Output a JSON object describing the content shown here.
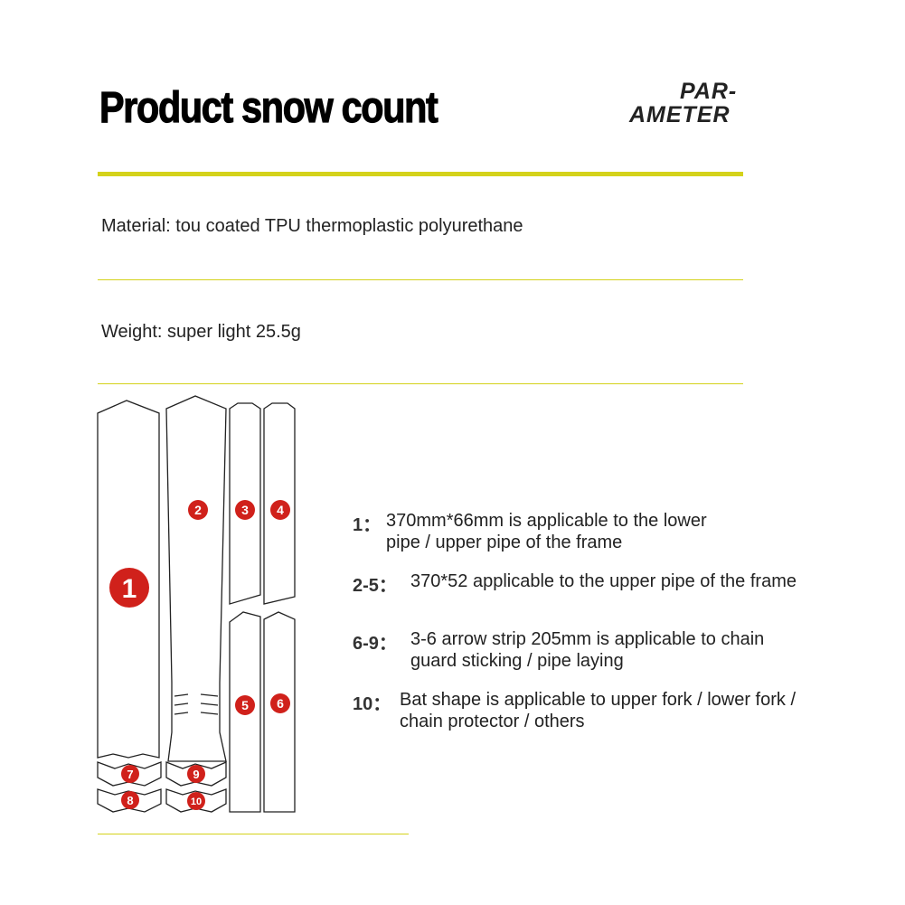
{
  "header": {
    "title": "Product snow count",
    "logo_line1": "PAR-",
    "logo_line2": "AMETER"
  },
  "specs": {
    "material": "Material: tou coated TPU thermoplastic polyurethane",
    "weight": "Weight: super light 25.5g"
  },
  "diagram": {
    "badges": [
      "1",
      "2",
      "3",
      "4",
      "5",
      "6",
      "7",
      "8",
      "9",
      "10"
    ],
    "badge_color": "#d0211b",
    "outline_color": "#222222"
  },
  "legend": [
    {
      "key": "1：",
      "line1": "370mm*66mm is applicable to the lower",
      "line2": "pipe / upper pipe of the frame"
    },
    {
      "key": "2-5：",
      "line1": "370*52 applicable to the upper pipe of the frame",
      "line2": ""
    },
    {
      "key": "6-9：",
      "line1": "3-6 arrow strip 205mm is applicable to chain",
      "line2": "guard sticking / pipe laying"
    },
    {
      "key": "10：",
      "line1": "Bat shape is applicable to upper fork / lower fork /",
      "line2": "chain protector / others"
    }
  ],
  "colors": {
    "accent": "#d4d21a",
    "badge": "#d0211b"
  }
}
